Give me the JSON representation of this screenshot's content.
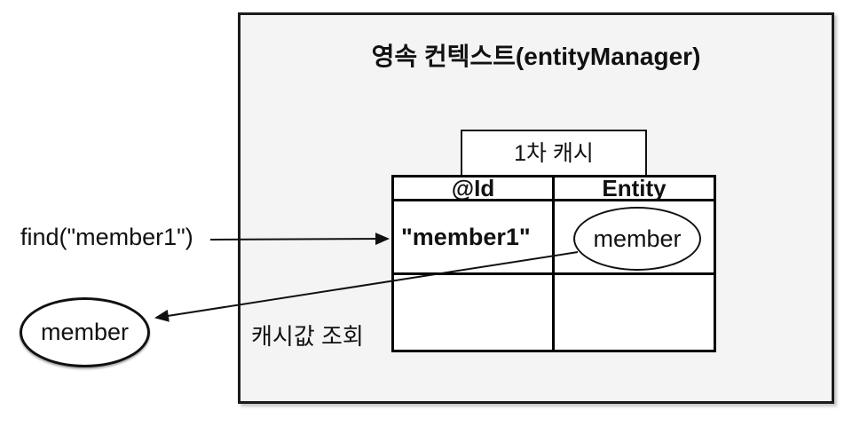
{
  "context_box": {
    "title": "영속 컨텍스트(entityManager)"
  },
  "first_level_cache": {
    "label": "1차 캐시",
    "table": {
      "headers": [
        "@Id",
        "Entity"
      ],
      "rows": [
        {
          "id": "\"member1\"",
          "entity": "member"
        },
        {
          "id": "",
          "entity": ""
        }
      ]
    }
  },
  "find_call": {
    "label": "find(\"member1\")"
  },
  "returned_entity": {
    "label": "member"
  },
  "cache_lookup": {
    "label": "캐시값 조회"
  },
  "colors": {
    "context_background": "#f4f4f4",
    "line": "#111111",
    "table_background": "#ffffff"
  }
}
